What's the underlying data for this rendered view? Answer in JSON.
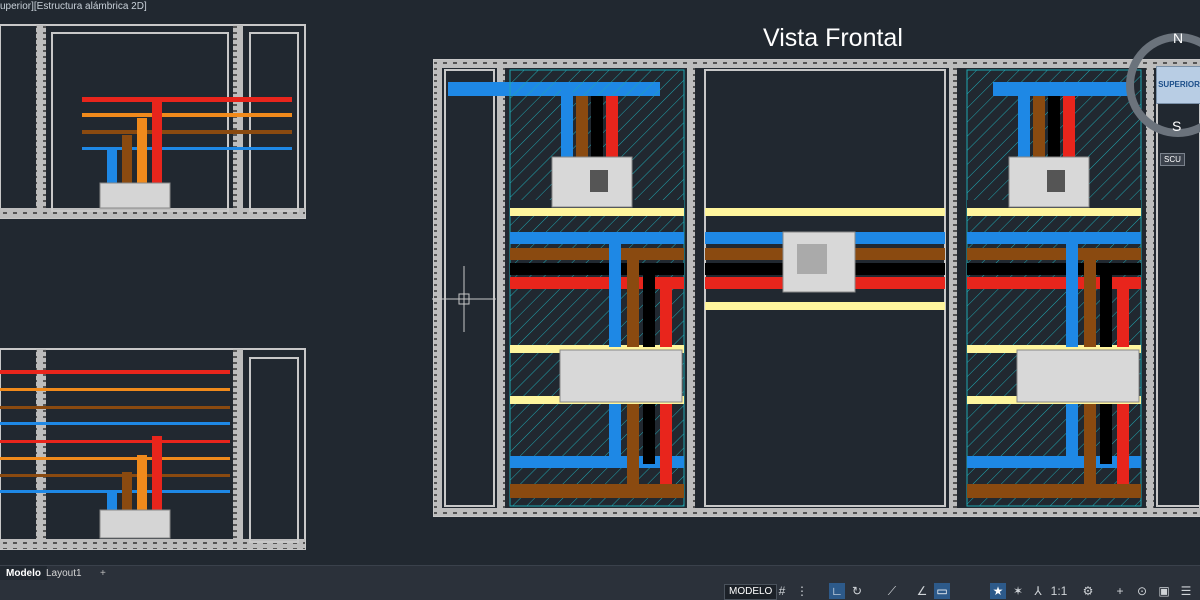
{
  "viewport": {
    "label": "uperior][Estructura alámbrica 2D]"
  },
  "drawing": {
    "title": "Vista Frontal"
  },
  "viewcube": {
    "north": "N",
    "south": "S",
    "face_label": "SUPERIOR",
    "wcs_label": "SCU"
  },
  "tabs": {
    "model": "Modelo",
    "layout1": "Layout1",
    "add": "+"
  },
  "status_bar": {
    "model_label": "MODELO",
    "scale": "1:1",
    "icons": [
      "grid-icon",
      "snap-icon",
      "ortho-icon",
      "polar-icon",
      "isodraft-icon",
      "object-snap-icon",
      "lineweight-icon",
      "selection-cycling-icon",
      "annotation-visibility-icon",
      "autoscale-icon",
      "annotation-scale-icon",
      "gear-icon",
      "plus-icon",
      "isolate-icon",
      "hardware-accel-icon",
      "fullscreen-icon"
    ]
  },
  "colors": {
    "background": "#212830",
    "frame": "#c8c8c8",
    "blue": "#1e88e5",
    "orange": "#f08a1c",
    "brown": "#8a4a10",
    "red": "#e8251c",
    "black": "#000000",
    "yellow": "#fff59d",
    "hatch": "#1fa6b0"
  }
}
